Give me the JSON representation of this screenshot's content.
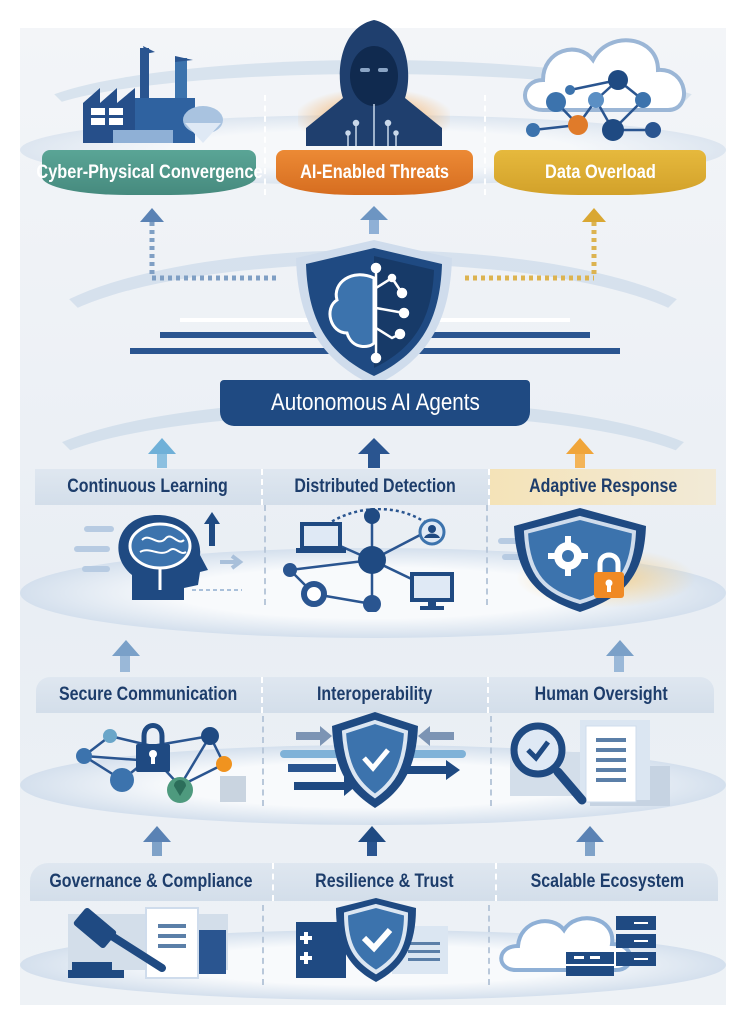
{
  "challenges": [
    {
      "label": "Cyber-Physical Convergence",
      "icon": "factory-icon",
      "color": "#4f9a8c"
    },
    {
      "label": "AI-Enabled Threats",
      "icon": "hooded-hacker-icon",
      "color": "#e07b2a"
    },
    {
      "label": "Data Overload",
      "icon": "cloud-network-icon",
      "color": "#d9aa2e"
    }
  ],
  "core": {
    "title": "Autonomous AI Agents",
    "icon": "brain-circuit-shield-icon",
    "color": "#1f4a82"
  },
  "rows": [
    [
      {
        "label": "Continuous Learning",
        "icon": "brain-head-icon"
      },
      {
        "label": "Distributed Detection",
        "icon": "network-devices-icon"
      },
      {
        "label": "Adaptive Response",
        "icon": "shield-gear-lock-icon"
      }
    ],
    [
      {
        "label": "Secure Communication",
        "icon": "lock-network-icon"
      },
      {
        "label": "Interoperability",
        "icon": "shield-arrows-icon"
      },
      {
        "label": "Human Oversight",
        "icon": "magnifier-document-icon"
      }
    ],
    [
      {
        "label": "Governance & Compliance",
        "icon": "gavel-document-icon"
      },
      {
        "label": "Resilience & Trust",
        "icon": "shield-check-icon"
      },
      {
        "label": "Scalable Ecosystem",
        "icon": "cloud-servers-icon"
      }
    ]
  ]
}
